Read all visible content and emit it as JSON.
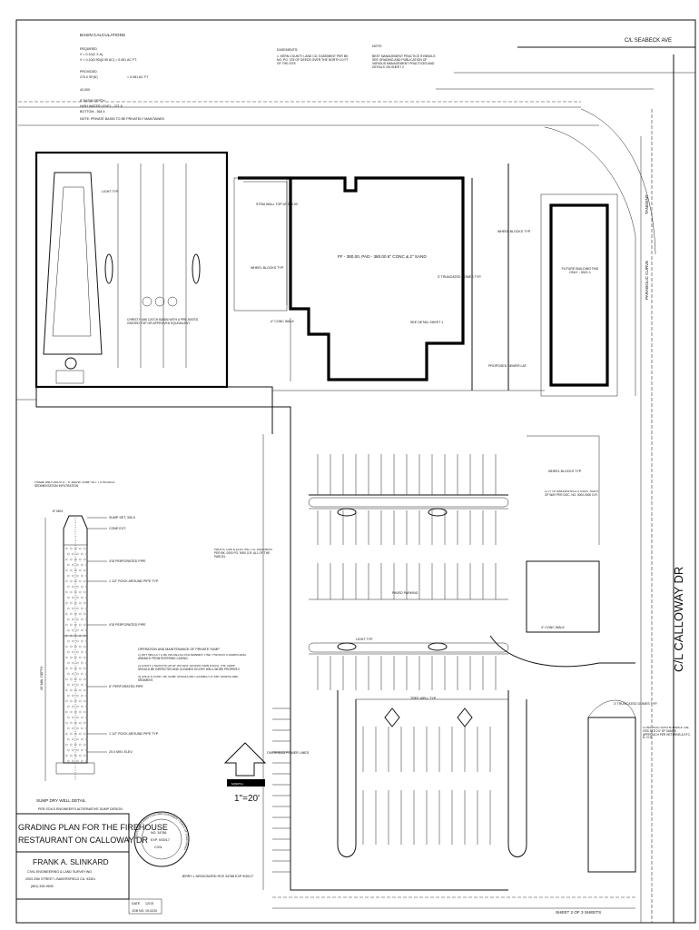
{
  "notes": {
    "basin_calcs_title": "BASIN CALCULATIONS",
    "basin_lines": [
      "REQUIRED",
      "V = 0.10(C X A)",
      "V = 0.10(0.90)(0.90 AC) = 0.081 AC FT.",
      "PROVIDED",
      "270.0 SF(8')",
      "= 0.081 AC FT",
      "42,000",
      "8' BASIN DEPTH",
      "HIGH WATER LEVEL - 371.5",
      "BOTTOM - 364.5",
      "NOTE: PRIVATE BASIN TO BE PRIVATELY MAINTAINED"
    ],
    "easements_title": "EASEMENTS:",
    "easements_text": "1. KERN COUNTY LAND CO. EASEMENT PER BK. NO. PG. 375 OF DEEDS OVER THE NORTH 10 FT OF THE SITE",
    "note_title": "NOTE:",
    "note_text": "BEST MANAGEMENT PRACTICE SYMBOLS SEE GRADING AND PUBLICATION OF VARIOUS MANAGEMENT PRACTICES AND DETAILS ON SHEET 2"
  },
  "labels": {
    "seabeck": "C/L SEABECK AVE",
    "calloway": "C/L CALLOWAY DR",
    "paradise_curve": "PARABOLIC CURVE",
    "tangent": "TANGENT",
    "future_building": "FUTURE BUILDING PAD ONLY - 5921.1",
    "building_ff": "FF - 380.00, PAD - 380.00 6\" CONC & 2\" SAND",
    "stem_wall": "STEM WALL TOP AT 383.00",
    "wheel_blocks": "WHEEL BLOCKS TYP.",
    "conc_walk": "4\" CONC WALK",
    "light_typ": "LIGHT TYP.",
    "truncated_domes": "3' TRUNCATED DOMES TYP.",
    "drainage_basin": "CHRISTY U56 CATCH BASIN WITH A PRE-RATED GRATED TOP OR APPROVED EQUIVALENT",
    "proposed_sewer": "PROPOSED SEWER LAT.",
    "see_detail": "SEE DETAIL SHEET 1",
    "sump_note_title": "OPERATION AND MAINTENANCE OF PRIVATE SUMP",
    "sump_note_1": "1) DRY WELLS TO BE INSTALLED IN A MANNER THAT PREVENTS DEBRIS AND ANIMALS FROM ENTERING CASING.",
    "sump_note_2": "2) EVERY 2 MONTHS OR AFTER ANY SEVERE RAIN EVENT THE SUMP SHOULD BE INSPECTED AND CLEANED SO DRY WELL WORK PROPERLY.",
    "sump_note_3": "3) ONCE A YEAR THE SUMP SHOULD BE CLEANED OF ANY DEBRIS AND SEDIMENT.",
    "pge_easement": "PACIFIC GAS & ELECTRIC CO. EASEMENT PER BK. 0000 PG. 0000 O.R. ALL OF THE PARCEL",
    "overhead_power": "OVERHEAD POWER LINES",
    "tree_well": "TREE WELL TYP.",
    "north": "NORTH",
    "frame_grate": "FRAME AND GRATE 6\" - 6\" ABOVE SUMP SET. TO REDUCE SEDIMENTATION INFILTRATION",
    "construct_note": "CONSTRUCTION ENTRANCE CAL OSS STD 2.0' SF SAMSE APPROACH PER RETURNS & ETC. N. O.S.",
    "city_right_of_way": "CITY OF BAKERSFIELD STREET RIGHT OF WAY PER DOC. NO. 0000-0000 O.R.",
    "paved_parking": "PAVED PARKING"
  },
  "sump_detail": {
    "title": "SUMP DRY WELL DETAIL",
    "footer": "PER SOILS ENGINEER'S ALTERNATIVE SUMP DESIGN",
    "min_label": "8\" MIN.",
    "depth_label": "30' MIN. DEPTH",
    "callouts": [
      "SUMP SET, 300.0",
      "CONE EXT.",
      "4\"Ø PERFORATED PIPE",
      "1 1/2\" ROCK AROUND PIPE TYP.",
      "4\"Ø PERFORATED PIPE",
      "6\" PERFORATED PIPE",
      "1 1/2\" ROCK AROUND PIPE TYP.",
      "20.0 MIN. ELEV."
    ]
  },
  "scale": "1\"=20'",
  "title_block": {
    "title_line1": "GRADING PLAN FOR THE FIREHOUSE",
    "title_line2": "RESTAURANT ON CALLOWAY DR",
    "company": "FRANK A. SLINKARD",
    "subtitle": "CIVIL ENGINEERING & LAND SURVEYING",
    "address": "2003 20th STREET  •  BAKERSFIELD CA. 93301",
    "phone": "(661)  326-9639",
    "date_label": "DATE",
    "date_value": "12/15",
    "job_label": "JOB NO.",
    "job_value": "19-0220",
    "engineer": "JERRY L NEIDIGNORD  RCE 34786  EXP 9/30/17",
    "sheet": "SHEET 2 OF 3 SHEETS"
  },
  "stamp": {
    "ring_text": "REGISTERED PROFESSIONAL ENGINEER • STATE OF CALIFORNIA",
    "number": "NO. 34786",
    "exp": "EXP. 9/30/17",
    "civil": "CIVIL"
  },
  "colors": {
    "ink": "#111111",
    "paper": "#ffffff"
  }
}
